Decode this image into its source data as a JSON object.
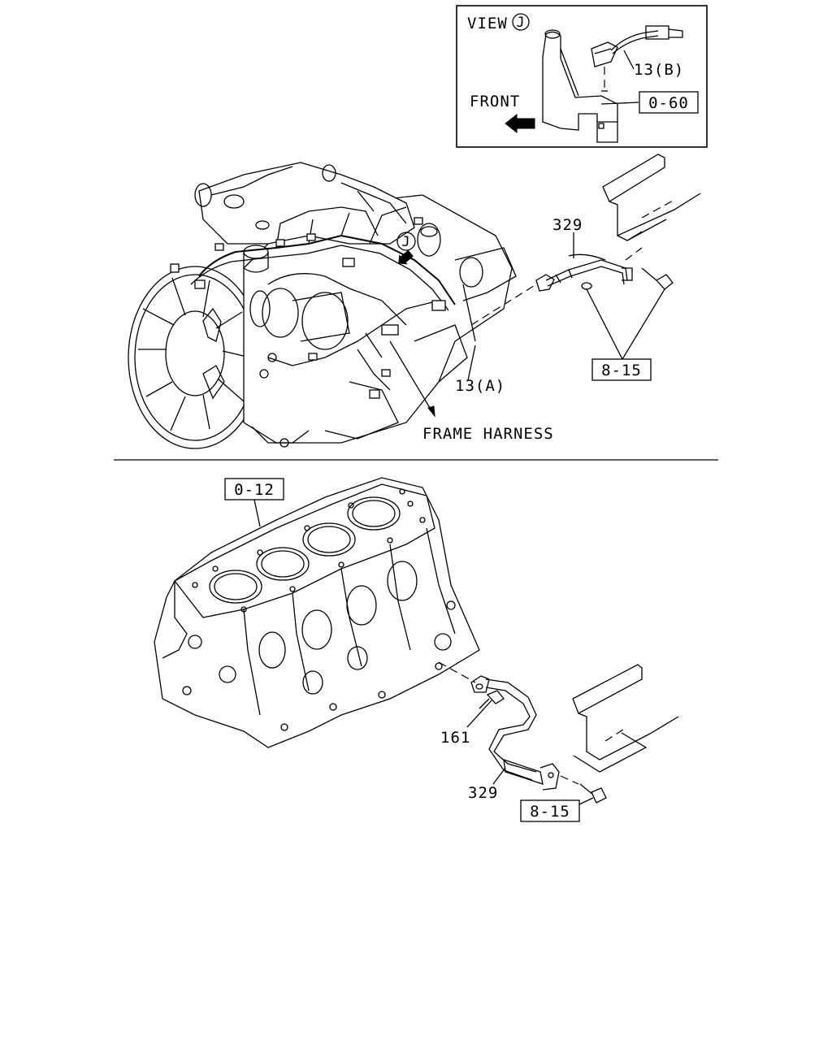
{
  "view_box": {
    "title": "VIEW",
    "marker": "J",
    "front_label": "FRONT",
    "part_label": "13(B)",
    "ref_label": "0-60"
  },
  "upper": {
    "marker": "J",
    "part_329": "329",
    "part_13a": "13(A)",
    "ref_8_15": "8-15",
    "frame_harness": "FRAME HARNESS"
  },
  "lower": {
    "ref_0_12": "0-12",
    "part_161": "161",
    "part_329": "329",
    "ref_8_15": "8-15"
  }
}
